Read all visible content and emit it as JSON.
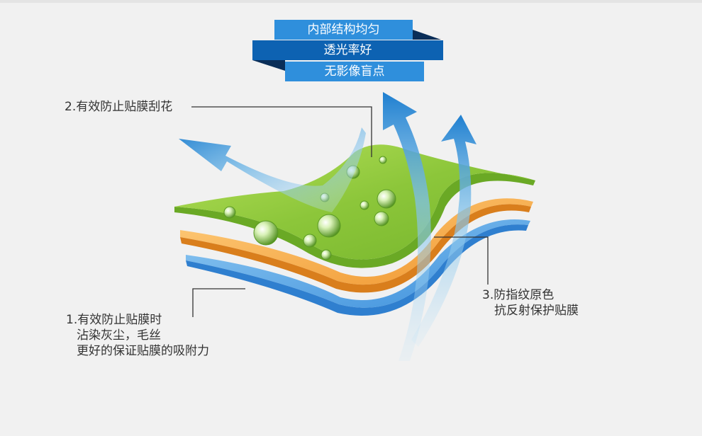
{
  "banners": {
    "line1": "内部结构均匀",
    "line2": "透光率好",
    "line3": "无影像盲点"
  },
  "callouts": {
    "top": "2.有效防止贴膜刮花",
    "bottom": {
      "line1": "1.有效防止贴膜时",
      "line2": "沾染灰尘，毛丝",
      "line3": "更好的保证贴膜的吸附力"
    },
    "right": {
      "line1": "3.防指纹原色",
      "line2": "抗反射保护贴膜"
    }
  },
  "colors": {
    "banner_light": "#2f8fdc",
    "banner_dark": "#0d62b2",
    "layer_top": "#8fc93a",
    "layer_middle": "#f2a64a",
    "layer_bottom": "#5aa9e6",
    "arrow": "#2f86d0"
  }
}
